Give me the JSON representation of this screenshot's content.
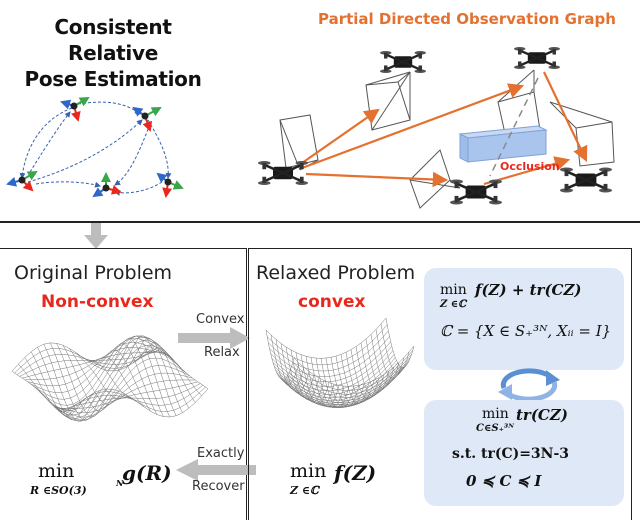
{
  "top": {
    "title_line1": "Consistent Relative",
    "title_line2": "Pose Estimation",
    "graph_title": "Partial Directed Observation Graph",
    "occlusion_label": "Occlusion"
  },
  "left_panel": {
    "title": "Original Problem",
    "subtitle": "Non-convex",
    "formula_min": "min",
    "formula_sub": "R ∈SO(3)",
    "formula_sup": "N",
    "formula_fn": "g(R)"
  },
  "arrows": {
    "convex_relax_line1": "Convex",
    "convex_relax_line2": "Relax",
    "exactly_recover_line1": "Exactly",
    "exactly_recover_line2": "Recover"
  },
  "right_panel": {
    "title": "Relaxed Problem",
    "subtitle": "convex",
    "formula_min": "min",
    "formula_sub": "Z ∈ℂ",
    "formula_fn": "f(Z)"
  },
  "box_top": {
    "line1_min": "min",
    "line1_sub": "Z ∈ℂ",
    "line1_expr": "f(Z) + tr(CZ)",
    "line2": "ℂ = {X ∈ S₊³ᴺ, Xᵢᵢ = I}"
  },
  "box_bottom": {
    "line1_min": "min",
    "line1_sub": "C∈S₊³ᴺ",
    "line1_expr": "tr(CZ)",
    "line2": "s.t. tr(C)=3N-3",
    "line3": "0 ≼ C ≼ I"
  },
  "colors": {
    "orange": "#e4712f",
    "red": "#e8281e",
    "box_fill": "#dfe8f6",
    "blue_arrow": "#5b8fd4",
    "gray_arrow": "#bdbdbd"
  }
}
